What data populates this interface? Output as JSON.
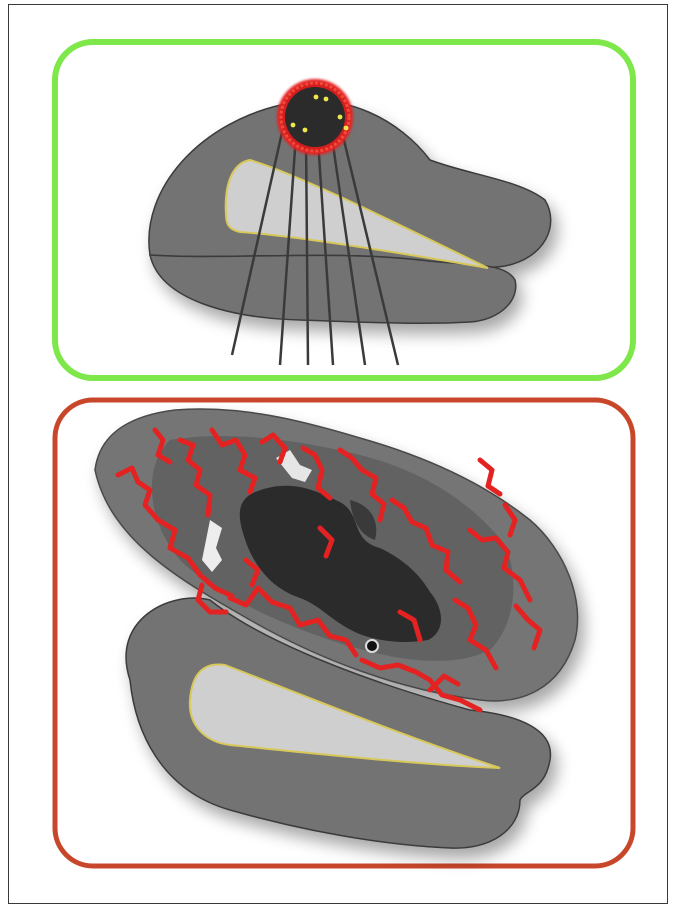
{
  "panels": [
    {
      "id": "top",
      "border_color": "#7ee84a"
    },
    {
      "id": "bottom",
      "border_color": "#c8472a"
    }
  ],
  "colors": {
    "tissue": "#737373",
    "tissue_dark": "#3a3a3a",
    "ventricle": "#cfcfcf",
    "ventricle_outline": "#d8c85a",
    "lesion_core": "#2b2b2b",
    "vessels": "#e42222",
    "electrode_tips": "#f0e84a",
    "electrodes": "#3a3a3a"
  },
  "icons": [
    "brain-section-illustration",
    "electrode-array",
    "lesion-with-vessels"
  ]
}
